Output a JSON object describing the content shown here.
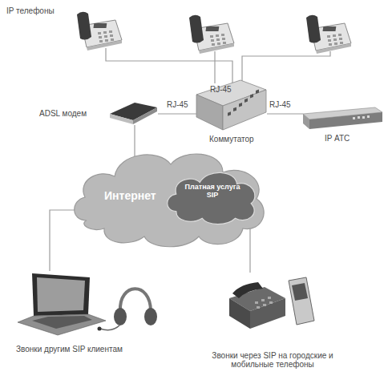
{
  "diagram": {
    "nodes": [
      {
        "text": [
          "ADSL модем"
        ]
      },
      {
        "text": [
          "Коммутатор"
        ]
      },
      {
        "text": [
          "IP АТС"
        ]
      },
      {
        "text": [
          "Интернет"
        ]
      },
      {
        "text": [
          "Платная услуга SIP"
        ]
      },
      {
        "text": [
          "Звонки другим SIP клиентам"
        ]
      },
      {
        "text": [
          "Звонки через SIP на городские и мобильные телефоны"
        ]
      }
    ],
    "edges": [
      {
        "from": 0,
        "to": 1,
        "label": "RJ-45",
        "arrow": "none"
      },
      {
        "from": 1,
        "to": 2,
        "label": "RJ-45",
        "arrow": "none"
      },
      {
        "from": 0,
        "to": 3,
        "arrow": "none"
      },
      {
        "from": 3,
        "to": 5,
        "arrow": "none"
      },
      {
        "from": 4,
        "to": 6,
        "arrow": "none"
      }
    ],
    "labels": [
      "IP телефоны",
      "RJ-45"
    ]
  }
}
